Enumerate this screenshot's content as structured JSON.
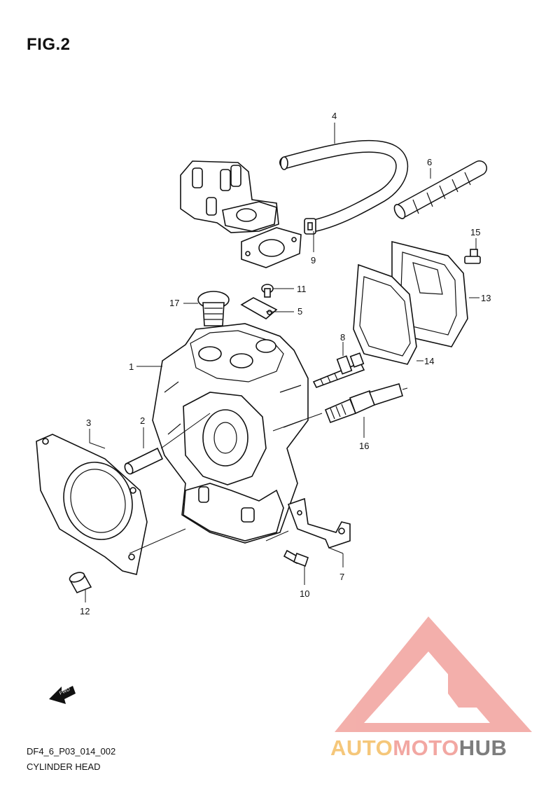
{
  "figure": {
    "title": "FIG.2"
  },
  "callouts": [
    "1",
    "2",
    "3",
    "4",
    "5",
    "6",
    "7",
    "8",
    "9",
    "10",
    "11",
    "12",
    "13",
    "14",
    "15",
    "16",
    "17"
  ],
  "fwd_label": "FWD",
  "footer": {
    "code": "DF4_6_P03_014_002",
    "name": "CYLINDER HEAD"
  },
  "logo": {
    "part1": "AUTO",
    "part2": "MOTO",
    "part3": "HUB",
    "colors": {
      "auto": "#f5c77a",
      "moto": "#f2a7a2",
      "hub": "#7d7d7d",
      "mark": "#f2a7a2"
    }
  }
}
